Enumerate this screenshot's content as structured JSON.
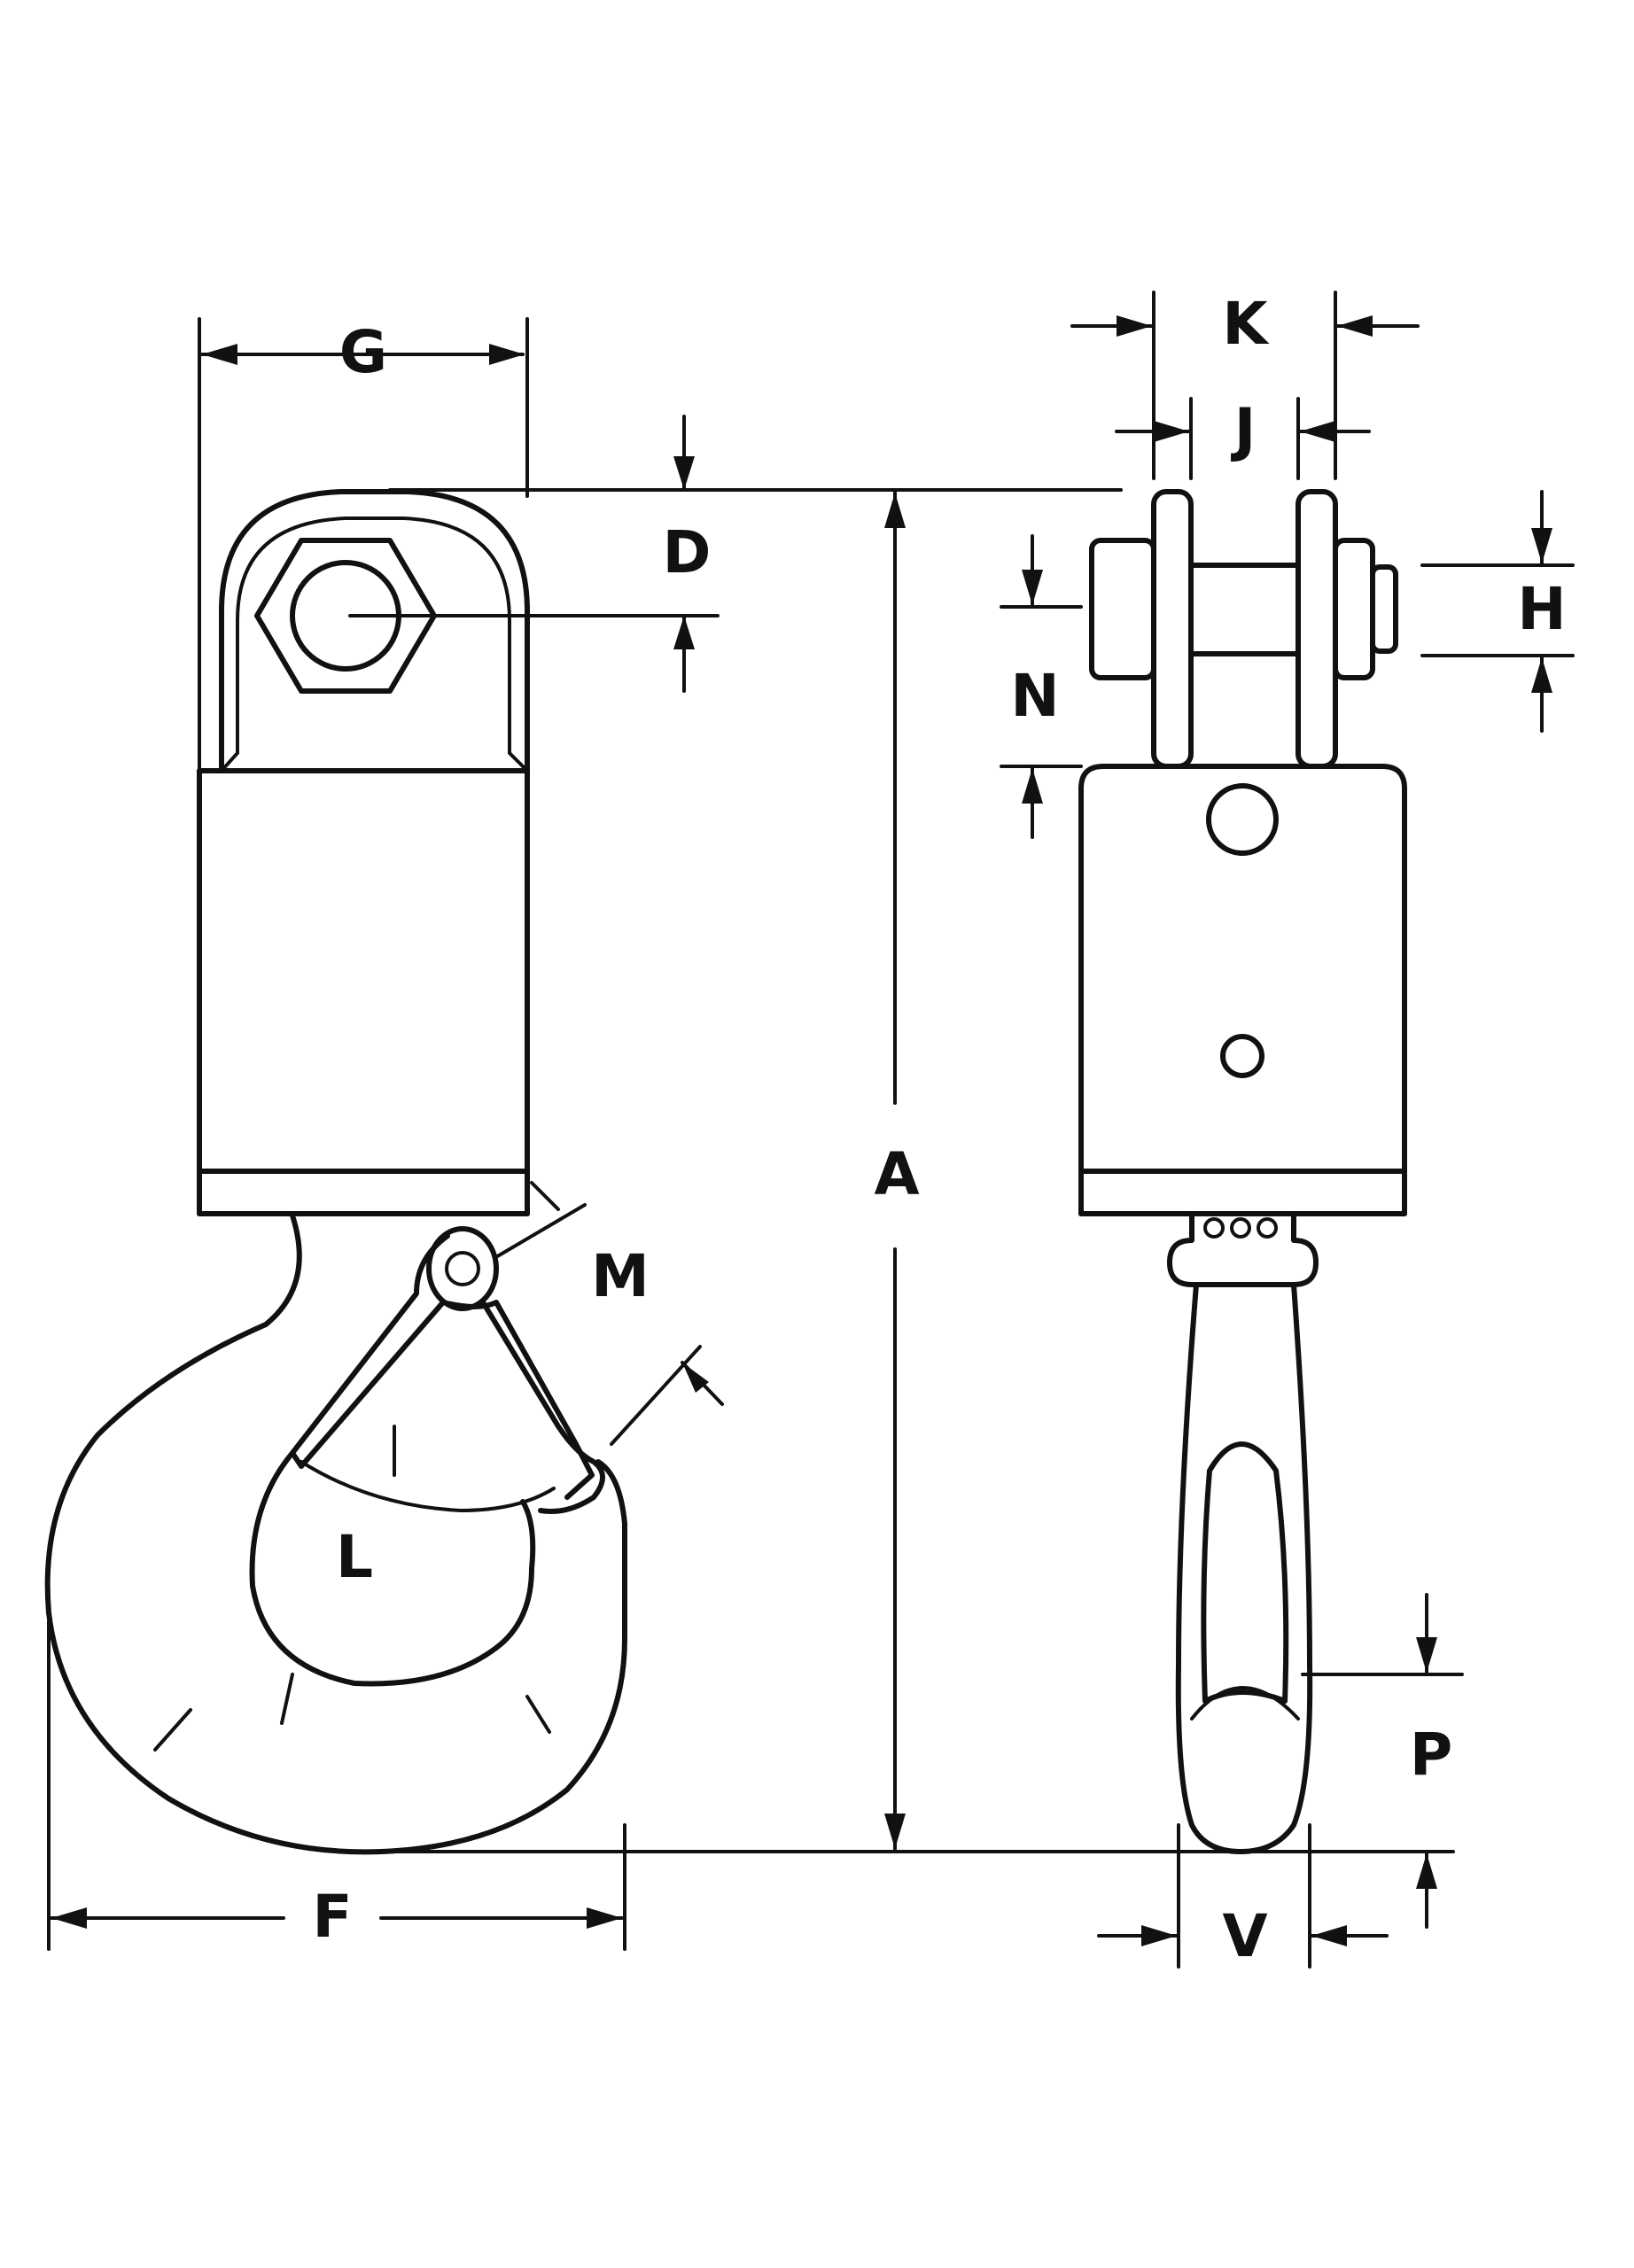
{
  "labels": {
    "G": "G",
    "D": "D",
    "A": "A",
    "M": "M",
    "L": "L",
    "F": "F",
    "K": "K",
    "J": "J",
    "H": "H",
    "N": "N",
    "P": "P",
    "V": "V"
  },
  "colors": {
    "ink": "#111111",
    "paper": "#ffffff"
  }
}
